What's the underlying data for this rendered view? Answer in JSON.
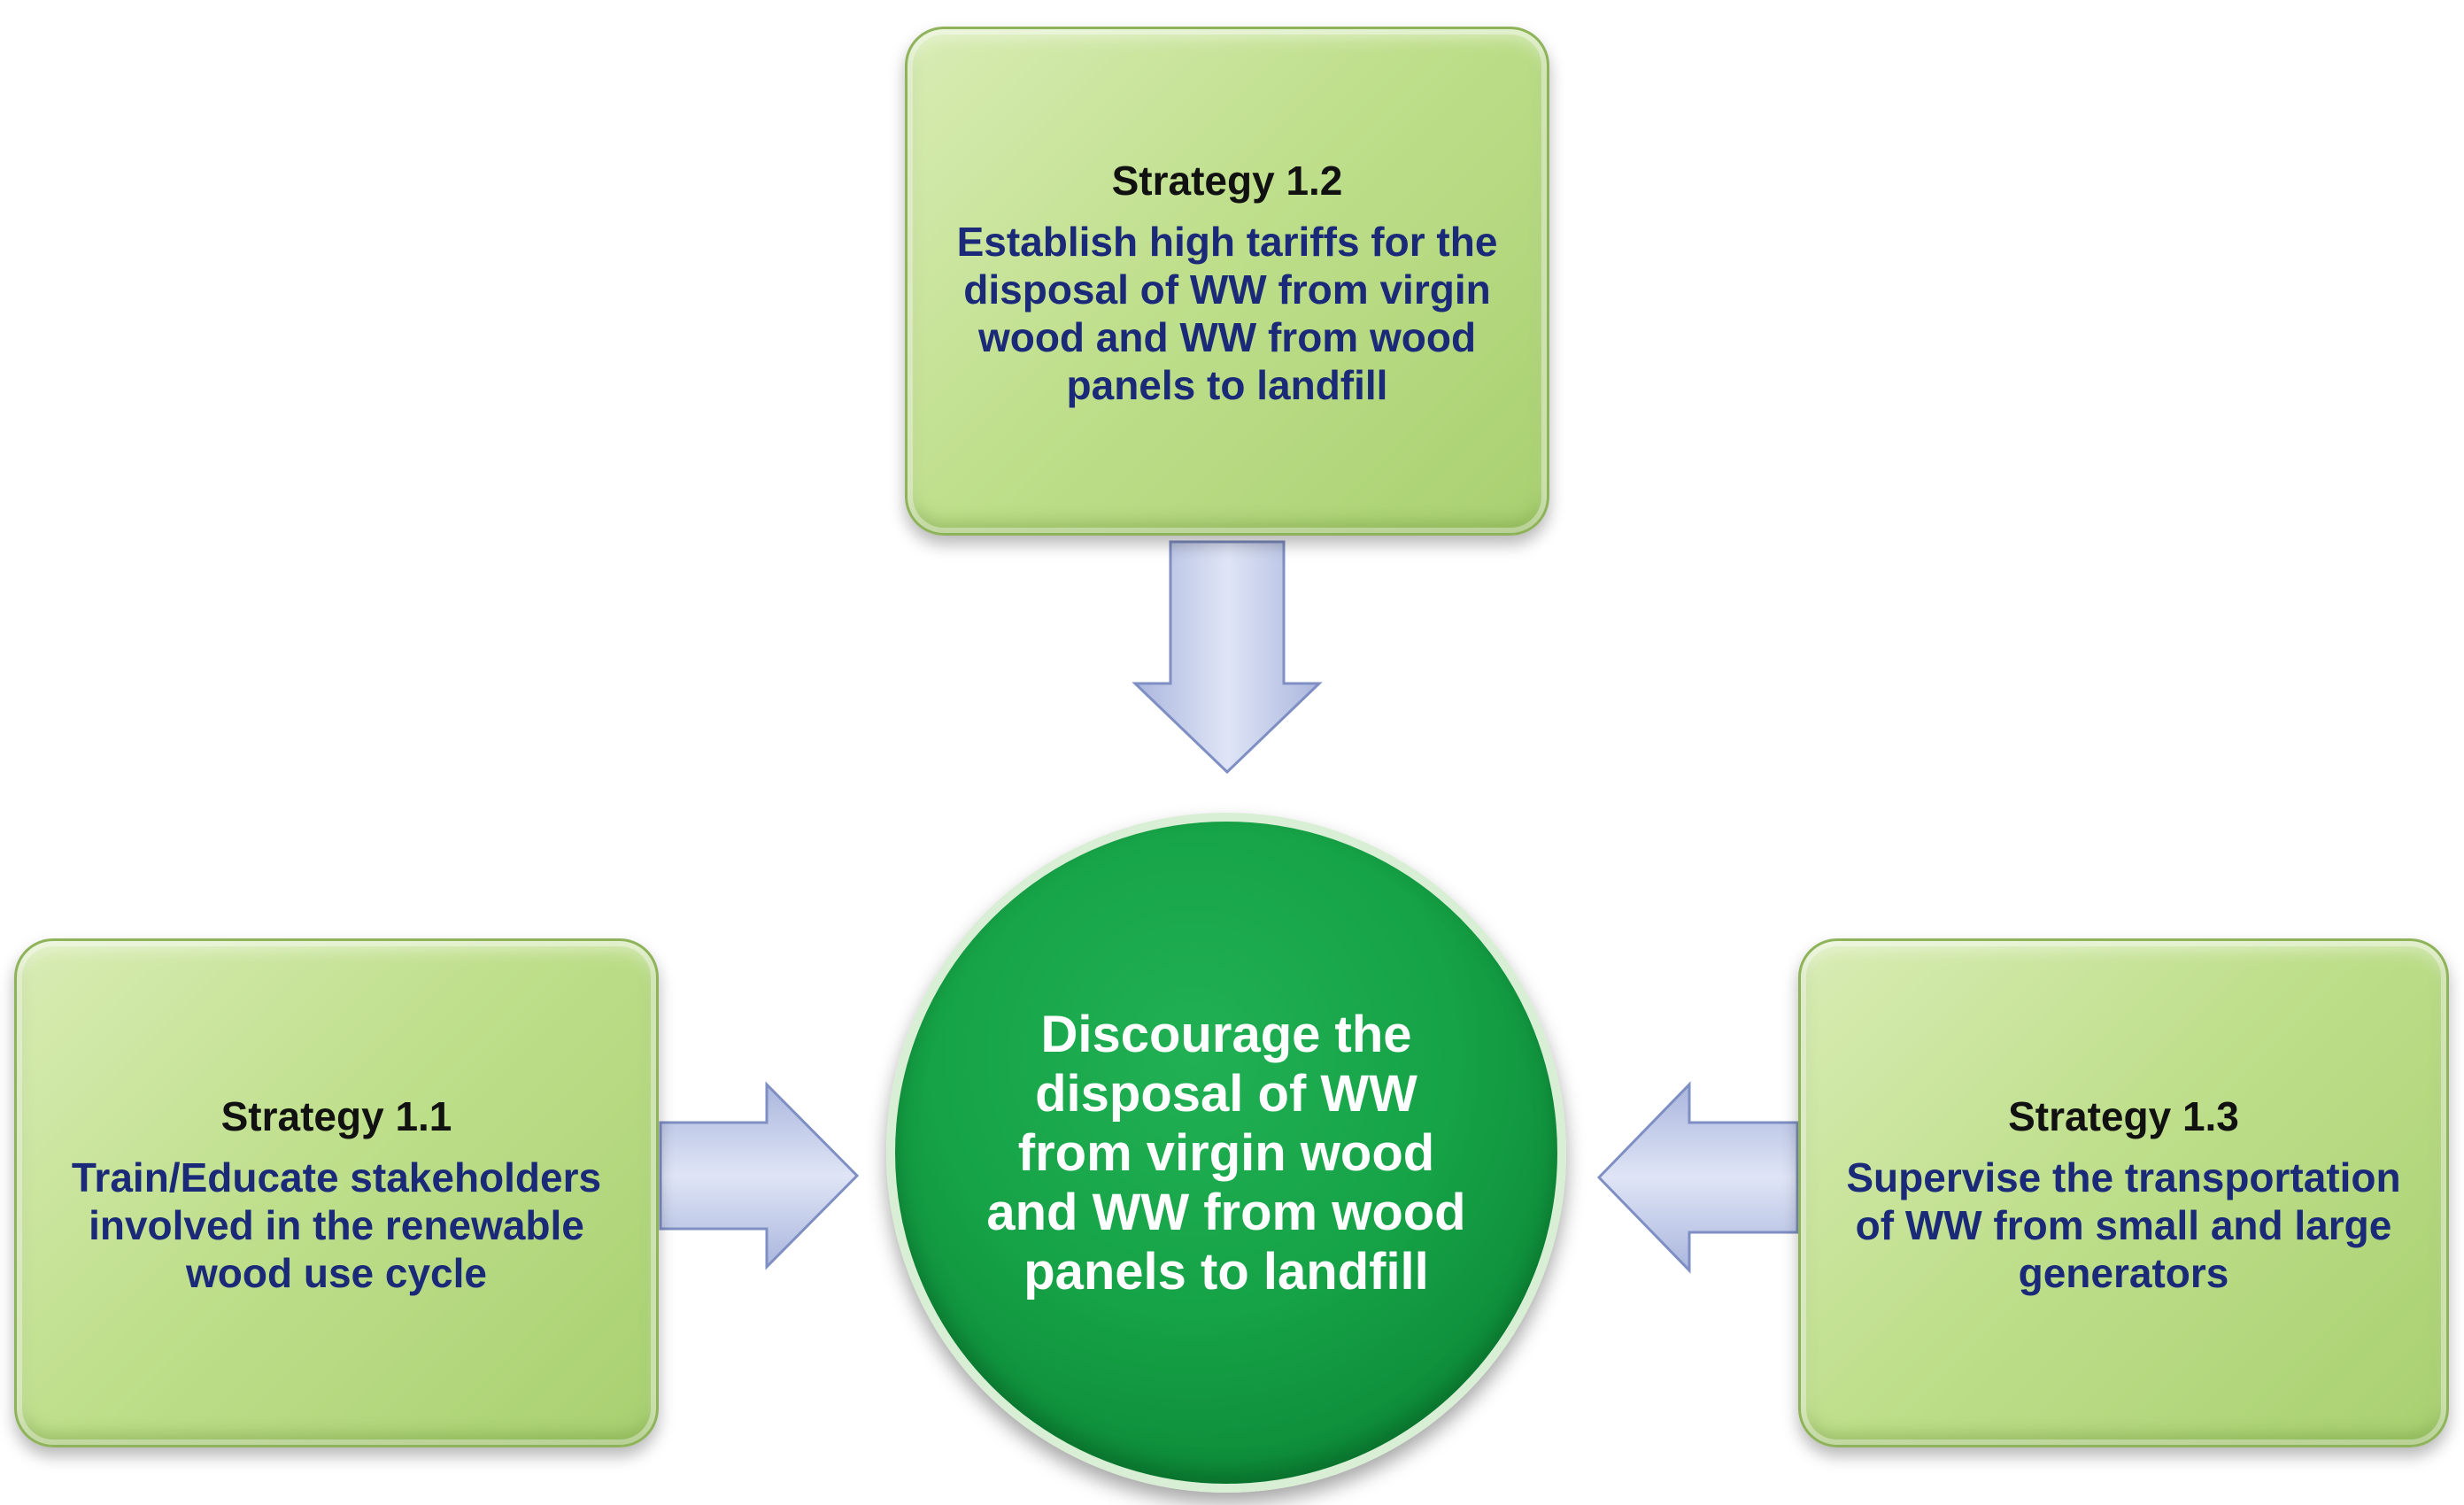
{
  "center": {
    "text": "Discourage the disposal of WW from virgin wood and WW from wood panels to landfill"
  },
  "strategies": {
    "top": {
      "title": "Strategy 1.2",
      "text": "Establish high tariffs for the disposal of WW from virgin wood and WW from wood panels to landfill"
    },
    "left": {
      "title": "Strategy 1.1",
      "text": "Train/Educate stakeholders involved in the renewable wood use cycle"
    },
    "right": {
      "title": "Strategy 1.3",
      "text": "Supervise the transportation of WW from small and large generators"
    }
  },
  "colors": {
    "box_fill": "#bfdf8c",
    "circle_fill": "#16a347",
    "arrow_fill": "#c9d3ee",
    "strategy_text": "#1b2a78"
  }
}
